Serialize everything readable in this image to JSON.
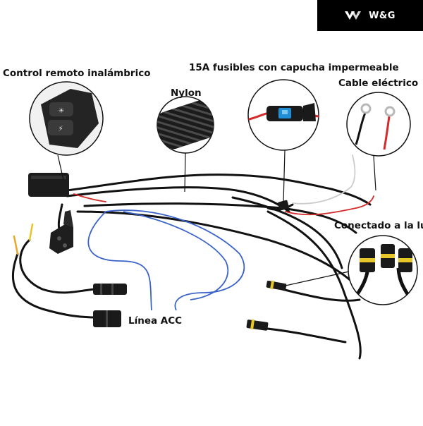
{
  "brand": {
    "text": "W&G",
    "logo_icon": "triple-chevron-logo-icon"
  },
  "labels": {
    "remote": "Control remoto inalámbrico",
    "nylon": "Nylon",
    "fuse": "15A fusibles con capucha impermeable",
    "cable": "Cable eléctrico",
    "light": "Conectado a la luz",
    "acc": "Línea ACC"
  },
  "colors": {
    "wire": "#111111",
    "acc_wire": "#3a63c9",
    "red_wire": "#d42b2b",
    "fuse_blue": "#1e8fd6",
    "connector_yellow": "#e7c62a",
    "brand_bg": "#000000"
  }
}
